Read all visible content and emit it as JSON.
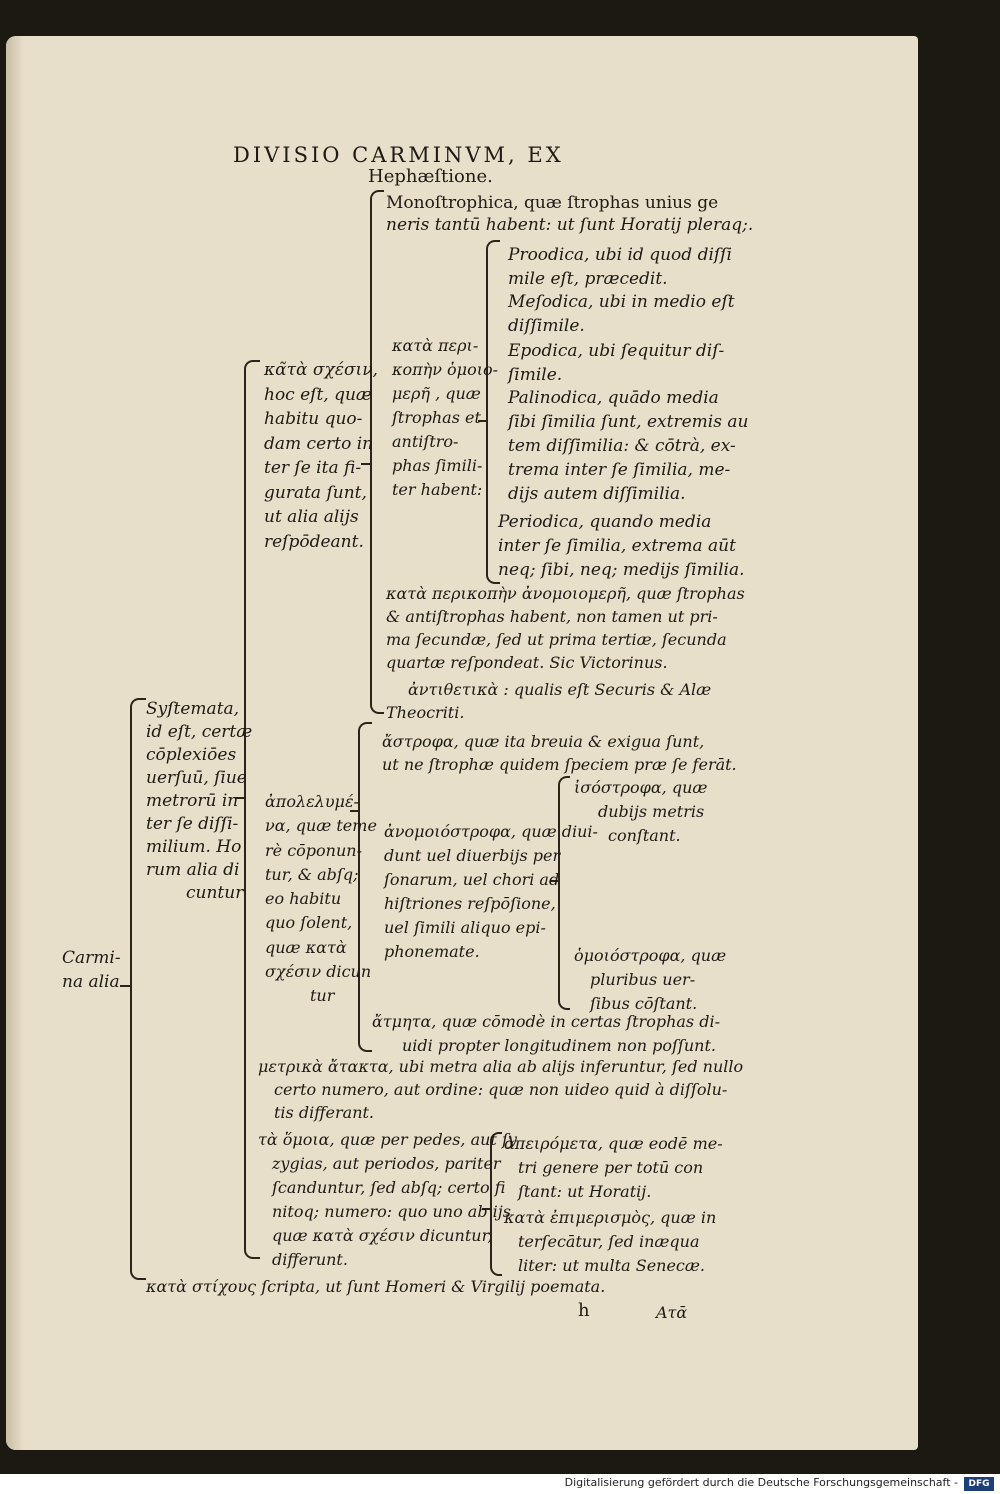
{
  "heading": {
    "title": "DIVISIO CARMINVM, EX",
    "subtitle": "Hephæſtione."
  },
  "nodes": {
    "carmina": [
      "Carmi-",
      "na alia"
    ],
    "systemata": [
      "Syſtemata,",
      "id eſt, certæ",
      "cōplexiōes",
      "uerſuū, ſiue",
      "metrorū in",
      "ter ſe diſſi-",
      "milium. Ho",
      "rum alia di",
      "cuntur"
    ],
    "kata_schesin": [
      "κα̃τὰ σχέσιν,",
      "hoc eſt, quæ",
      "habitu quo-",
      "dam certo in",
      "ter ſe ita fi-",
      "gurata ſunt,",
      "ut alia alijs",
      "reſpōdeant."
    ],
    "kata_perikopen": [
      "κατὰ περι-",
      "κοπὴν ὁμοιο-",
      "μερῆ , quæ",
      "ſtrophas et",
      "antiſtro-",
      "phas ſimili-",
      "ter habent:"
    ],
    "monostrophica": [
      "Monoſtrophica, quæ ſtrophas unius ge",
      "neris tantū habent: ut ſunt Horatij pleraq;."
    ],
    "proodica": [
      "Proodica, ubi id quod diſſi",
      "mile eſt, præcedit."
    ],
    "mesodica": [
      "Meſodica, ubi in medio eſt",
      "diſſimile."
    ],
    "epodica": [
      "Epodica, ubi ſequitur diſ-",
      "ſimile."
    ],
    "palinodica": [
      "Palinodica, quādo media",
      "ſibi ſimilia ſunt, extremis au",
      "tem diſſimilia: & cōtrà, ex-",
      "trema inter ſe ſimilia, me-",
      "dijs autem diſſimilia."
    ],
    "periodica": [
      "Periodica, quando media",
      "inter ſe ſimilia, extrema aūt",
      "neq; ſibi, neq; medijs ſimilia."
    ],
    "anomoiomere": [
      "κατὰ περικοπὴν ἀνομοιομερῆ, quæ ſtrophas",
      "& antiſtrophas habent, non tamen ut pri-",
      "ma ſecundæ, ſed ut prima tertiæ, ſecunda",
      "quartæ reſpondeat. Sic Victorinus."
    ],
    "antithetika": [
      "ἀντιθετικὰ : qualis eſt Securis & Alæ",
      "Theocriti."
    ],
    "astropha": [
      "ἄστροφα, quæ ita breuia & exigua ſunt,",
      "ut ne ſtrophæ quidem ſpeciem præ ſe ferāt."
    ],
    "apolelymena": [
      "ἀπολελυμέ-",
      "να, quæ teme",
      "rè cōponun-",
      "tur, & abſq;",
      "eo habitu",
      "quo ſolent,",
      "quæ κατὰ",
      "σχέσιν dicun",
      "tur"
    ],
    "anoiostropha": [
      "ἀνομοιόστροφα, quæ diui-",
      "dunt uel diuerbijs per",
      "ſonarum, uel chori ad",
      "hiſtriones reſpōſione,",
      "uel ſimili aliquo epi-",
      "phonemate."
    ],
    "isostropha": [
      "ἰσόστροφα, quæ",
      "dubijs metris",
      "conſtant."
    ],
    "homoiostropha": [
      "ὁμοιόστροφα, quæ",
      "pluribus uer-",
      "ſibus cōſtant."
    ],
    "atmeta": [
      "ἄτμητα, quæ cōmodè in certas ſtrophas di-",
      "uidi propter longitudinem non poſſunt."
    ],
    "metrika_atakta": [
      "μετρικὰ ἄτακτα, ubi metra alia ab alijs inferuntur, ſed nullo",
      "certo numero, aut ordine: quæ non uideo quid à diſſolu-",
      "tis differant."
    ],
    "homoia": [
      "τὰ ὅμοια, quæ per pedes, aut ſy",
      "zygias, aut periodos, pariter",
      "ſcanduntur, ſed abſq; certo fi",
      "nitoq; numero: quo uno ab ijs",
      "quæ κατὰ σχέσιν dicuntur,",
      "differunt."
    ],
    "apeiromete": [
      "ἀπειρόμετα, quæ eodē me-",
      "tri genere per totū con",
      "ſtant: ut Horatij."
    ],
    "kata_epimerismos": [
      "κατὰ ἐπιμερισμὸς, quæ in",
      "terſecātur, ſed inæqua",
      "liter: ut multa Senecæ."
    ],
    "kata_stichos": [
      "κατὰ στίχους ſcripta, ut ſunt Homeri & Virgilij poemata."
    ]
  },
  "signature": "h",
  "catchword": "Ατᾱ",
  "footer": {
    "text": "Digitalisierung gefördert durch die Deutsche Forschungsgemeinschaft -",
    "logo": "DFG"
  }
}
